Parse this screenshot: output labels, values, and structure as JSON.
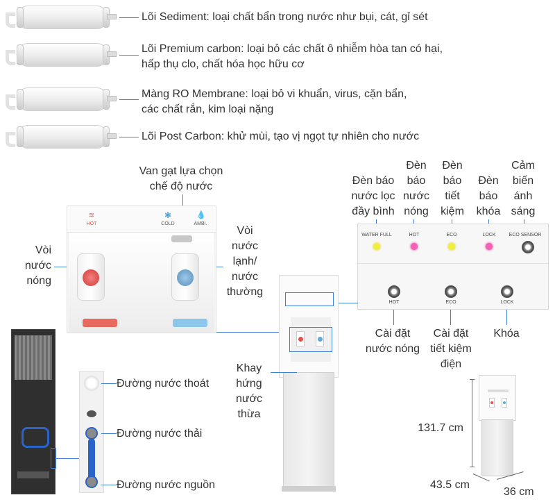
{
  "filters": [
    {
      "text": "Lõi Sediment: loại chất bẩn trong nước như bụi, cát, gỉ sét"
    },
    {
      "line1": "Lõi Premium carbon: loại bỏ các chất ô nhiễm hòa tan có hại,",
      "line2": "hấp thụ clo, chất hóa học hữu cơ"
    },
    {
      "line1": "Màng RO Membrane: loại bỏ vi khuẩn, virus, cặn bẩn,",
      "line2": "các chất rắn, kim loại nặng"
    },
    {
      "text": "Lõi Post Carbon: khử mùi, tạo vị ngọt tự nhiên cho nước"
    }
  ],
  "panel": {
    "selector_label": [
      "Van gạt lựa chọn",
      "chế độ nước"
    ],
    "hot_tap_label": [
      "Vòi",
      "nước",
      "nóng"
    ],
    "cold_tap_label": [
      "Vòi",
      "nước",
      "lạnh/",
      "nước",
      "thường"
    ],
    "hot_icon_text": "HOT",
    "cold_icon_text": "COLD",
    "ambi_icon_text": "AMBI."
  },
  "indicators": {
    "water_full": [
      "Đèn báo",
      "nước lọc",
      "đầy bình"
    ],
    "hot": [
      "Đèn",
      "báo",
      "nước",
      "nóng"
    ],
    "eco": [
      "Đèn",
      "báo",
      "tiết",
      "kiệm"
    ],
    "lock": [
      "Đèn",
      "báo",
      "khóa"
    ],
    "sensor": [
      "Cảm",
      "biến",
      "ánh",
      "sáng"
    ]
  },
  "strip_text": {
    "water_full": "WATER FULL",
    "hot": "HOT",
    "eco": "ECO",
    "lock": "LOCK",
    "eco_sensor": "ECO SENSOR",
    "btn_hot": "HOT",
    "btn_eco": "ECO",
    "btn_lock": "LOCK"
  },
  "buttons": {
    "hot": [
      "Cài đặt",
      "nước nóng"
    ],
    "eco": [
      "Cài đặt",
      "tiết kiệm",
      "điện"
    ],
    "lock": "Khóa"
  },
  "tray_label": [
    "Khay",
    "hứng",
    "nước",
    "thừa"
  ],
  "pipes": {
    "drain": "Đường nước thoát",
    "waste": "Đường nước thải",
    "source": "Đường nước nguồn"
  },
  "dimensions": {
    "height": "131.7 cm",
    "depth": "43.5 cm",
    "width": "36 cm"
  },
  "colors": {
    "pointer": "#3d82d6",
    "hot": "#e0524a",
    "cold": "#5fa8dc",
    "led_yellow": "#f2ef3a",
    "led_pink": "#f55fb5",
    "pipe_blue": "#2a64c8"
  }
}
